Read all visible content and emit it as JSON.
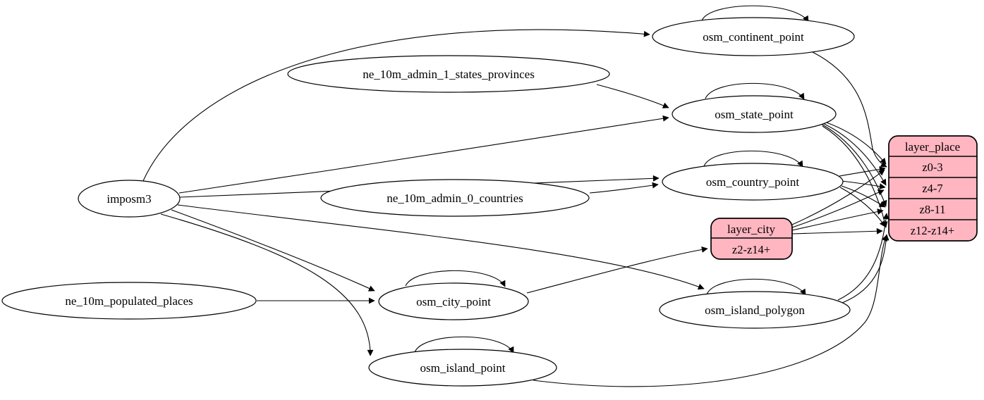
{
  "diagram": {
    "colors": {
      "background": "#ffffff",
      "node_fill": "#ffffff",
      "record_fill": "#ffb6c1",
      "stroke": "#000000"
    },
    "nodes": {
      "imposm3": {
        "label": "imposm3"
      },
      "ne_10m_admin_1_states_provinces": {
        "label": "ne_10m_admin_1_states_provinces"
      },
      "ne_10m_admin_0_countries": {
        "label": "ne_10m_admin_0_countries"
      },
      "ne_10m_populated_places": {
        "label": "ne_10m_populated_places"
      },
      "osm_continent_point": {
        "label": "osm_continent_point"
      },
      "osm_state_point": {
        "label": "osm_state_point"
      },
      "osm_country_point": {
        "label": "osm_country_point"
      },
      "osm_city_point": {
        "label": "osm_city_point"
      },
      "osm_island_polygon": {
        "label": "osm_island_polygon"
      },
      "osm_island_point": {
        "label": "osm_island_point"
      }
    },
    "records": {
      "layer_city": {
        "title": "layer_city",
        "rows": [
          "z2-z14+"
        ]
      },
      "layer_place": {
        "title": "layer_place",
        "rows": [
          "z0-3",
          "z4-7",
          "z8-11",
          "z12-z14+"
        ]
      }
    },
    "edges": [
      {
        "from": "imposm3",
        "to": "osm_continent_point"
      },
      {
        "from": "imposm3",
        "to": "osm_state_point"
      },
      {
        "from": "imposm3",
        "to": "osm_country_point"
      },
      {
        "from": "imposm3",
        "to": "osm_city_point"
      },
      {
        "from": "imposm3",
        "to": "osm_island_polygon"
      },
      {
        "from": "imposm3",
        "to": "osm_island_point"
      },
      {
        "from": "ne_10m_admin_1_states_provinces",
        "to": "osm_state_point"
      },
      {
        "from": "ne_10m_admin_0_countries",
        "to": "osm_country_point"
      },
      {
        "from": "ne_10m_populated_places",
        "to": "osm_city_point"
      },
      {
        "from": "osm_continent_point",
        "to": "osm_continent_point"
      },
      {
        "from": "osm_state_point",
        "to": "osm_state_point"
      },
      {
        "from": "osm_country_point",
        "to": "osm_country_point"
      },
      {
        "from": "osm_city_point",
        "to": "osm_city_point"
      },
      {
        "from": "osm_island_polygon",
        "to": "osm_island_polygon"
      },
      {
        "from": "osm_island_point",
        "to": "osm_island_point"
      },
      {
        "from": "osm_city_point",
        "to": "layer_city",
        "port": "z2-z14+"
      },
      {
        "from": "osm_continent_point",
        "to": "layer_place",
        "port": "z0-3"
      },
      {
        "from": "osm_country_point",
        "to": "layer_place",
        "port": "z0-3"
      },
      {
        "from": "osm_country_point",
        "to": "layer_place",
        "port": "z4-7"
      },
      {
        "from": "osm_country_point",
        "to": "layer_place",
        "port": "z8-11"
      },
      {
        "from": "osm_country_point",
        "to": "layer_place",
        "port": "z12-z14+"
      },
      {
        "from": "osm_state_point",
        "to": "layer_place",
        "port": "z0-3"
      },
      {
        "from": "osm_state_point",
        "to": "layer_place",
        "port": "z4-7"
      },
      {
        "from": "osm_state_point",
        "to": "layer_place",
        "port": "z8-11"
      },
      {
        "from": "osm_state_point",
        "to": "layer_place",
        "port": "z12-z14+"
      },
      {
        "from": "osm_island_polygon",
        "to": "layer_place",
        "port": "z8-11"
      },
      {
        "from": "osm_island_polygon",
        "to": "layer_place",
        "port": "z12-z14+"
      },
      {
        "from": "osm_island_point",
        "to": "layer_place",
        "port": "z12-z14+"
      },
      {
        "from": "layer_city",
        "to": "layer_place",
        "port": "z0-3"
      },
      {
        "from": "layer_city",
        "to": "layer_place",
        "port": "z4-7"
      },
      {
        "from": "layer_city",
        "to": "layer_place",
        "port": "z8-11"
      },
      {
        "from": "layer_city",
        "to": "layer_place",
        "port": "z12-z14+"
      }
    ]
  }
}
